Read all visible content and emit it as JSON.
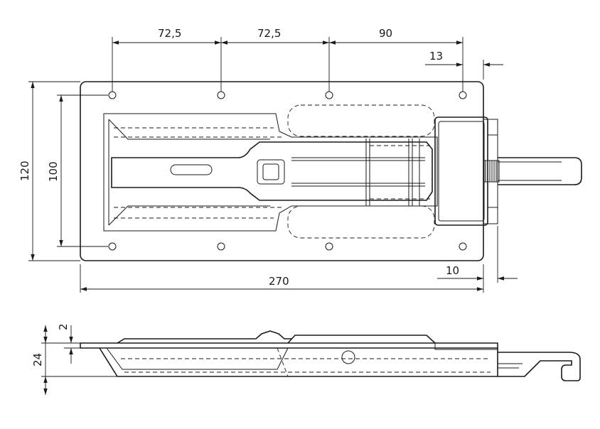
{
  "dimensions": {
    "spacing_1": "72,5",
    "spacing_2": "72,5",
    "spacing_3": "90",
    "offset_top": "13",
    "offset_bottom": "10",
    "height_outer": "120",
    "height_inner": "100",
    "length": "270",
    "thickness_plate": "2",
    "depth": "24"
  }
}
